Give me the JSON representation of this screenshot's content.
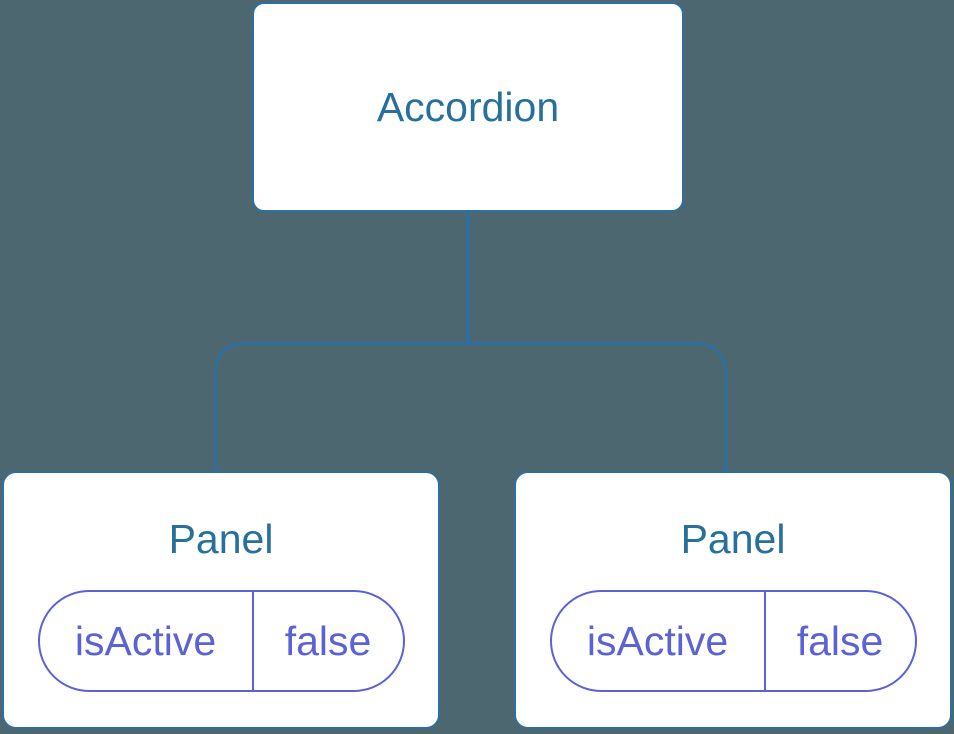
{
  "tree": {
    "root": {
      "label": "Accordion"
    },
    "children": [
      {
        "label": "Panel",
        "state": {
          "name": "isActive",
          "value": "false"
        }
      },
      {
        "label": "Panel",
        "state": {
          "name": "isActive",
          "value": "false"
        }
      }
    ]
  },
  "colors": {
    "background": "#4C6770",
    "connector": "#2E6FA0",
    "node_border": "#2E6FA0",
    "node_bg": "#FFFFFF",
    "node_label": "#27709B",
    "state_accent": "#5B62D3"
  }
}
